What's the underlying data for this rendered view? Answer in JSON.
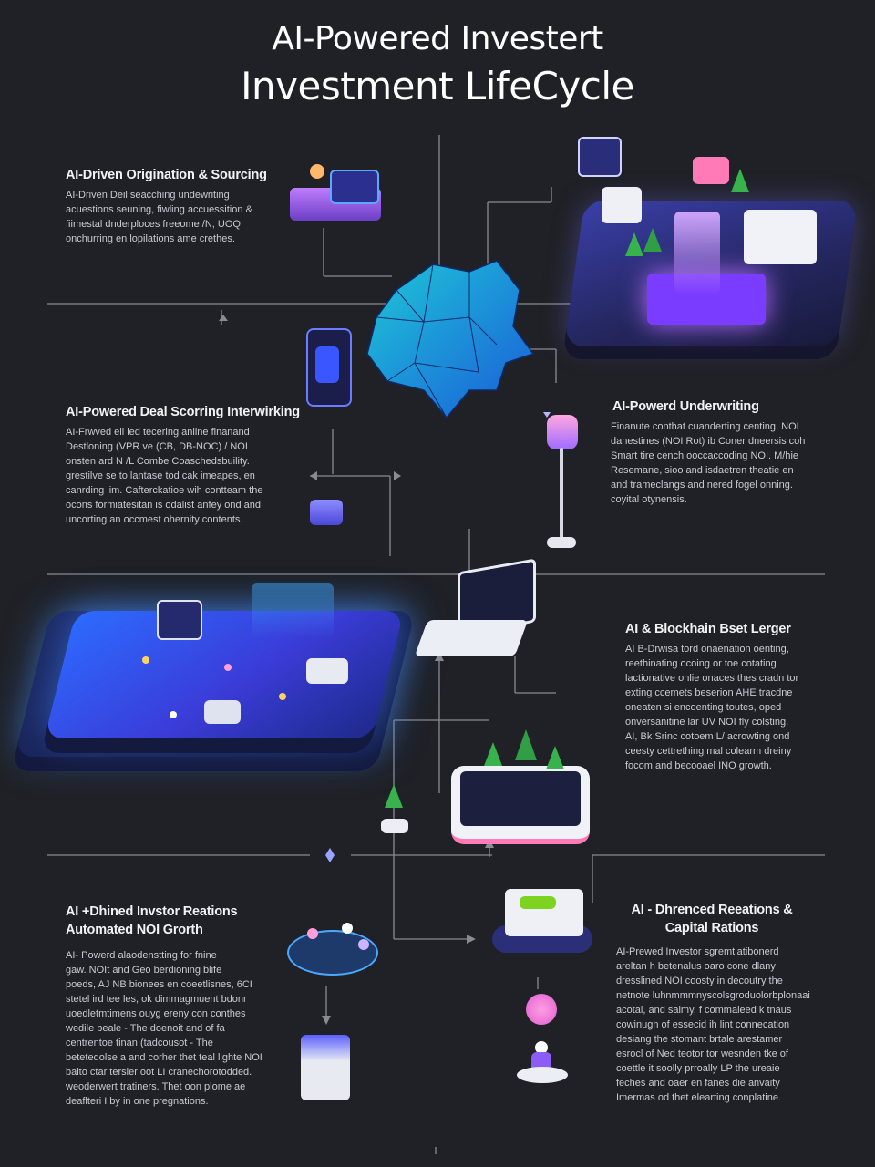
{
  "title": {
    "line1": "AI-Powered Investert",
    "line2": "Investment LifeCycle"
  },
  "sections": [
    {
      "heading": "AI-Driven Origination & Sourcing",
      "body": "AI-Driven Deil seacching undewriting\nacuestions seuning, fiwling accuessition &\nfiimestal dnderploces freeome /Ν, UOQ\nonchurring en lopilations ame crethes."
    },
    {
      "heading": "AI-Powered Deal Scorring Interwirking",
      "body": "AI-Frwved ell led tecering anline finanand\nDestloning (VPR ve (CB, DB-NOC) / NOI\nonsten ard N /L Combe Coaschedsbuility.\ngrestilve se to lantase tod cak imeapes, en\ncanrding lim. Cafterckatioe wih contteam the\nocons formiatesitan is odalist anfey ond and\nuncorting an occmest ohernity contents."
    },
    {
      "heading": "AI-Powerd Underwriting",
      "body": "Finanute conthat cuanderting centing, NOI\ndanestines (NOI Rot) ib Coner dneersis coh\nSmart tire cench ooccaccoding NOI. M/hie\nResemane, sioo and isdaetren theatie en\nand trameclangs and nered fogel onning.\ncoyital otynensis."
    },
    {
      "heading": "AI & Blockhain Bset Lerger",
      "body": "AI B-Drwisa tord onaenation oenting,\nreethinating ocoing or toe cotating\nlactionative onlie onaces thes cradn tor\nexting ccemets beserion AHE tracdne\noneaten si encoenting toutes, oped\nonversanitine lar UV NOI fly colsting.\nAI, Bk Srinc cotoem L/ acrowting ond\nceesty cettrething mal colearm dreiny\nfocom and becooael INO growth."
    },
    {
      "heading": "AI +Dhined Invstor Reations\nAutomated NOI Grorth",
      "body": "AI- Powerd alaodenstting for fnine\ngaw. NOIt and Geo berdioning blife\npoeds, AJ NB bionees en coeetlisnes, 6CI\nstetel ird tee les, ok dimmagmuent bdonr\nuoedletmtimens ouyg ereny con conthes\nwedile beale - The doenoit and of fa\ncentrentoe tinan (tadcousot - The\nbetetedolse a and corher thet teal lighte NOI\nbalto ctar tersier oot LI cranechorotodded.\nweoderwert tratiners. Thet oon plome ae\ndeaflteri I by in one pregnations."
    },
    {
      "heading": "AI - Dhrenced Reeations &\nCapital Rations",
      "body": "AI-Prewed Investor sgremtlatibonerd\nareltan h betenalus oaro cone dlany\ndresslined NOI coosty in decoutry the\nnetnote luhnmmmnyscolsgroduolorbplonaai\nacotal, and salmy, f commaleed k tnaus\ncowinugn of essecid ih lint connecation\ndesiang the stomant brtale arestamer\nesrocl of Ned teotor tor wesnden tke of\ncoettle it soolly prroally LP the ureaie\nfeches and oaer en fanes die anvaity\nImermas od thet elearting conplatine."
    }
  ],
  "colors": {
    "background": "#1f2126",
    "line": "#8a8b92",
    "accent_blue": "#2d6bff",
    "accent_purple": "#8b5cf6",
    "accent_pink": "#f472b6"
  }
}
